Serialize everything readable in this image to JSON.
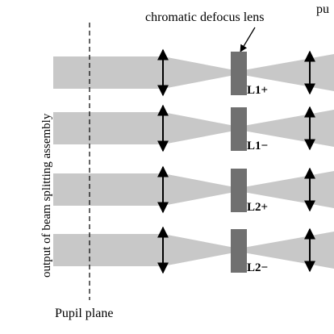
{
  "title": "chromatic defocus lens",
  "top_right_text": "pu",
  "side_label": "output of beam splitting assembly",
  "pupil_label": "Pupil plane",
  "lens_labels": [
    "L1+",
    "L1−",
    "L2+",
    "L2−"
  ],
  "colors": {
    "beam": "#c8c8c8",
    "lens_block": "#707070",
    "ink": "#000000"
  },
  "icons": [
    "double-arrow-lens-icon",
    "pointer-arrow-icon"
  ]
}
